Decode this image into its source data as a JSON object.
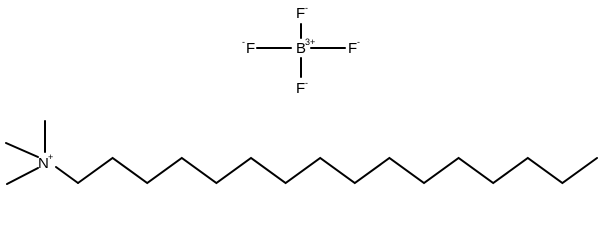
{
  "diagram": {
    "type": "chemical-structure",
    "anion": {
      "center": {
        "symbol": "B",
        "charge": "3+"
      },
      "ligands": [
        {
          "symbol": "F",
          "charge": "-",
          "position": "top"
        },
        {
          "symbol": "F",
          "charge": "-",
          "position": "left"
        },
        {
          "symbol": "F",
          "charge": "-",
          "position": "right"
        },
        {
          "symbol": "F",
          "charge": "-",
          "position": "bottom"
        }
      ]
    },
    "cation": {
      "center": {
        "symbol": "N",
        "charge": "+"
      },
      "methyl_groups": 3,
      "chain_carbons": 16
    }
  }
}
